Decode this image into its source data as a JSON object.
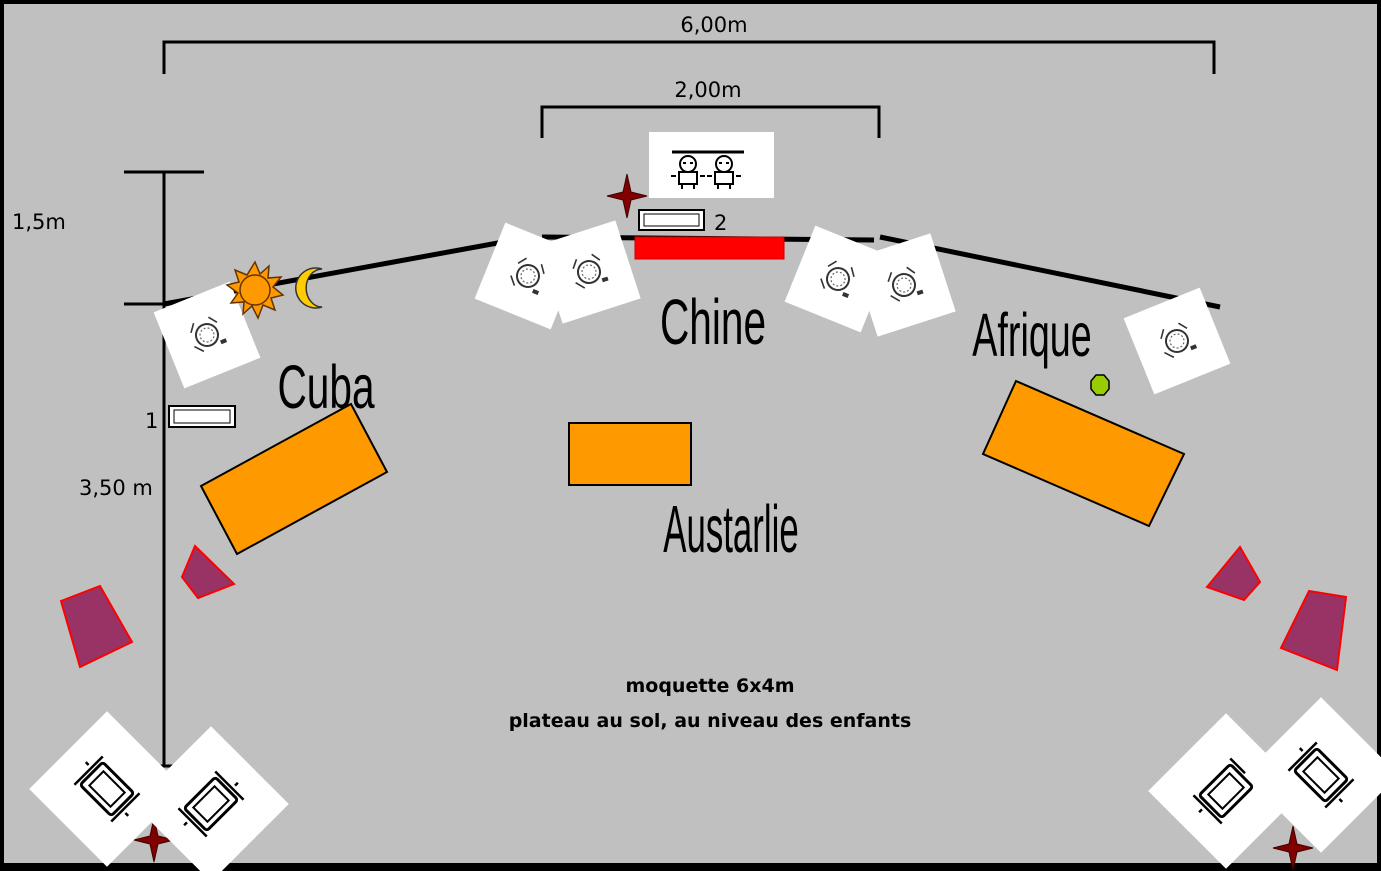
{
  "dimensions": {
    "total_width": "6,00m",
    "inner_width": "2,00m",
    "depth_back": "1,5m",
    "depth_total": "3,50 m"
  },
  "zones": {
    "cuba": "Cuba",
    "chine": "Chine",
    "afrique": "Afrique",
    "australie": "Austarlie"
  },
  "markers": {
    "screen_1": "1",
    "screen_2": "2"
  },
  "notes": {
    "line1": "moquette 6x4m",
    "line2": "plateau au sol, au niveau des enfants"
  },
  "colors": {
    "background": "#c0c0c0",
    "table": "#ff9900",
    "table_red": "#ff0000",
    "speaker": "#993366",
    "speaker_border": "#ff0000",
    "sun": "#ff9900",
    "moon": "#ffcc00",
    "green_dot": "#99cc00",
    "star": "#800000"
  },
  "icons": [
    "spotlight-icon",
    "projector-icon",
    "performers-icon",
    "sun-icon",
    "moon-icon",
    "star-marker-icon",
    "speaker-icon"
  ]
}
